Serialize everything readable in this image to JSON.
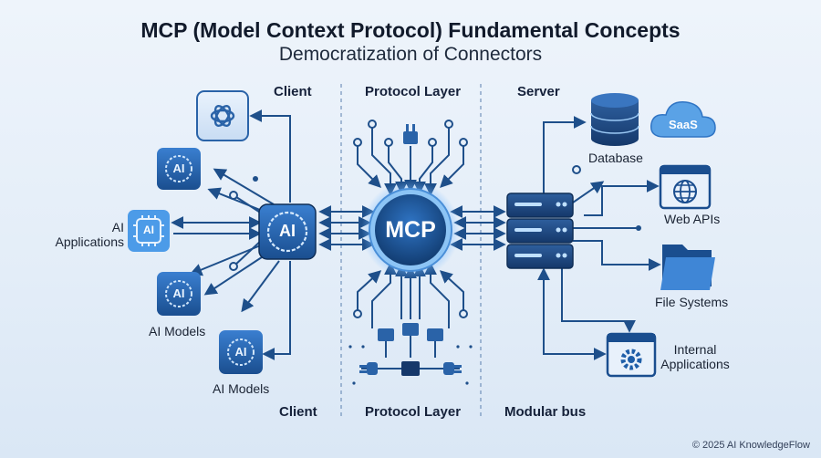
{
  "title": "MCP (Model Context Protocol) Fundamental Concepts",
  "subtitle": "Democratization of Connectors",
  "columns": {
    "client_top": "Client",
    "protocol_top": "Protocol Layer",
    "server_top": "Server",
    "client_bottom": "Client",
    "protocol_bottom": "Protocol Layer",
    "server_bottom": "Modular bus"
  },
  "center": {
    "label": "MCP"
  },
  "client_nodes": {
    "ai_badge": "AI",
    "ai_applications": "AI\nApplications",
    "ai_models_1": "AI Models",
    "ai_models_2": "AI Models"
  },
  "server_nodes": {
    "saas": "SaaS",
    "database": "Database",
    "web_apis": "Web APIs",
    "file_systems": "File Systems",
    "internal_applications": "Internal\nApplications"
  },
  "footer": {
    "copyright": "© 2025 AI KnowledgeFlow"
  },
  "colors": {
    "primary": "#1f5fa8",
    "dark": "#17406f",
    "light": "#5aa2e6",
    "line": "#1e4f8a",
    "background": "#e6eff9"
  }
}
